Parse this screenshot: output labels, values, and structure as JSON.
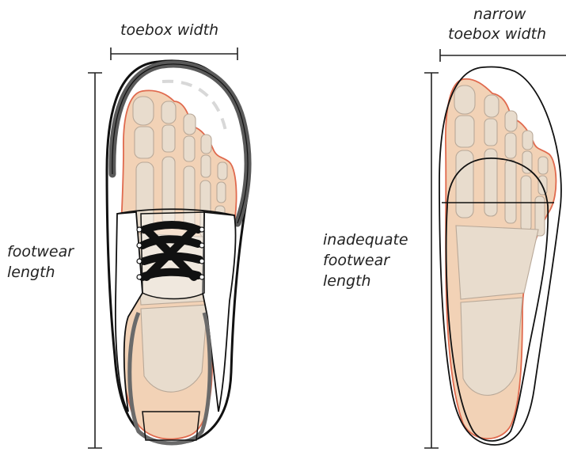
{
  "labels": {
    "toebox_width": "toebox width",
    "narrow_toebox_width_line1": "narrow",
    "narrow_toebox_width_line2": "toebox width",
    "footwear_length_line1": "footwear",
    "footwear_length_line2": "length",
    "inadequate_line1": "inadequate",
    "inadequate_line2": "footwear",
    "inadequate_line3": "length"
  },
  "colors": {
    "foot_fill": "#f2d2b6",
    "foot_outline": "#e06a4e",
    "bone_fill": "#e8dccd",
    "bone_outline": "#b8a898",
    "shoe_outline": "#111111",
    "shoe_toe_cap": "#5a5a5a",
    "laces": "#111111",
    "dimension_lines": "#222222"
  },
  "figures": [
    {
      "name": "proper-shoe-with-foot",
      "description_icon": "shoe-icon"
    },
    {
      "name": "narrow-short-sole-with-foot",
      "description_icon": "sole-icon"
    }
  ]
}
